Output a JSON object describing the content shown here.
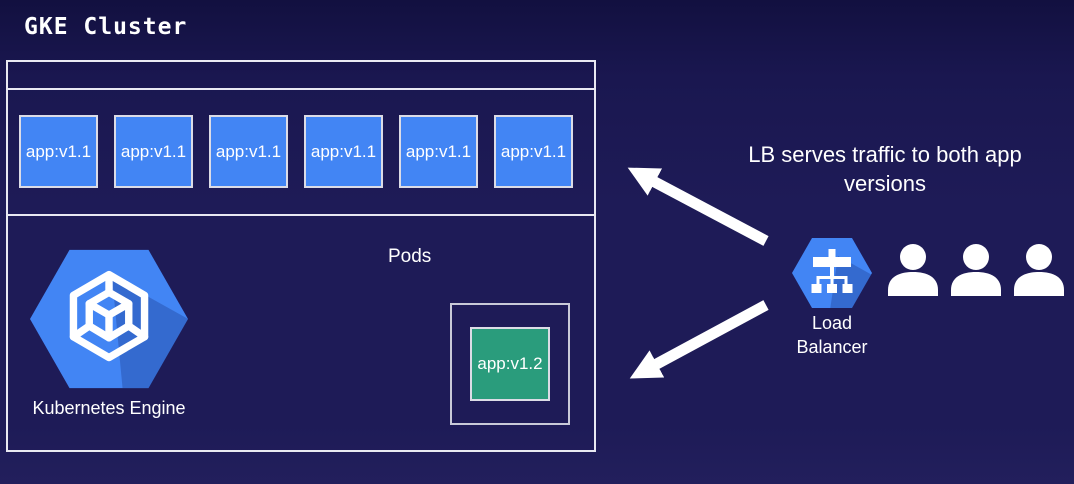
{
  "title": "GKE Cluster",
  "cluster": {
    "pods_label": "Pods",
    "engine_label": "Kubernetes Engine",
    "v1_pods": [
      {
        "label": "app:v1.1"
      },
      {
        "label": "app:v1.1"
      },
      {
        "label": "app:v1.1"
      },
      {
        "label": "app:v1.1"
      },
      {
        "label": "app:v1.1"
      },
      {
        "label": "app:v1.1"
      }
    ],
    "v2_pod": {
      "label": "app:v1.2"
    }
  },
  "load_balancer": {
    "label": "Load Balancer",
    "annotation": "LB serves traffic to both app versions",
    "users_count": 3
  },
  "icons": {
    "kubernetes_engine": "hexagon-wireframe-cube-icon",
    "load_balancer": "hexagon-network-tree-icon",
    "user": "person-silhouette-icon",
    "arrows": "white-arrow-to-cluster"
  },
  "colors": {
    "background": "#1e1b57",
    "pod_v1_blue": "#4285f4",
    "pod_v2_green": "#2a9c7c",
    "hexagon_blue": "#4285f4",
    "box_border": "#e9e9f2",
    "text": "#ffffff"
  }
}
